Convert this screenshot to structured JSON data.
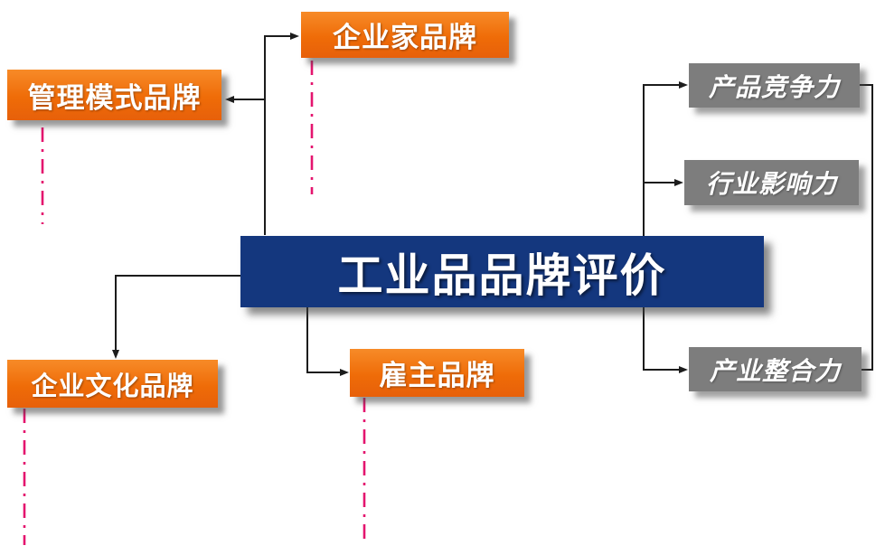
{
  "diagram": {
    "center": {
      "label": "工业品品牌评价"
    },
    "entrepreneur_brand": {
      "label": "企业家品牌"
    },
    "management_model_brand": {
      "label": "管理模式品牌"
    },
    "corporate_culture_brand": {
      "label": "企业文化品牌"
    },
    "employer_brand": {
      "label": "雇主品牌"
    },
    "product_competitiveness": {
      "label": "产品竞争力"
    },
    "industry_influence": {
      "label": "行业影响力"
    },
    "industry_integration": {
      "label": "产业整合力"
    }
  },
  "colors": {
    "center_bg": "#14377e",
    "orange_bg": "#ef6c08",
    "gray_bg": "#7d7d7d",
    "connector": "#1c1c1c",
    "dashed_line": "#e4156e",
    "text": "#ffffff"
  }
}
